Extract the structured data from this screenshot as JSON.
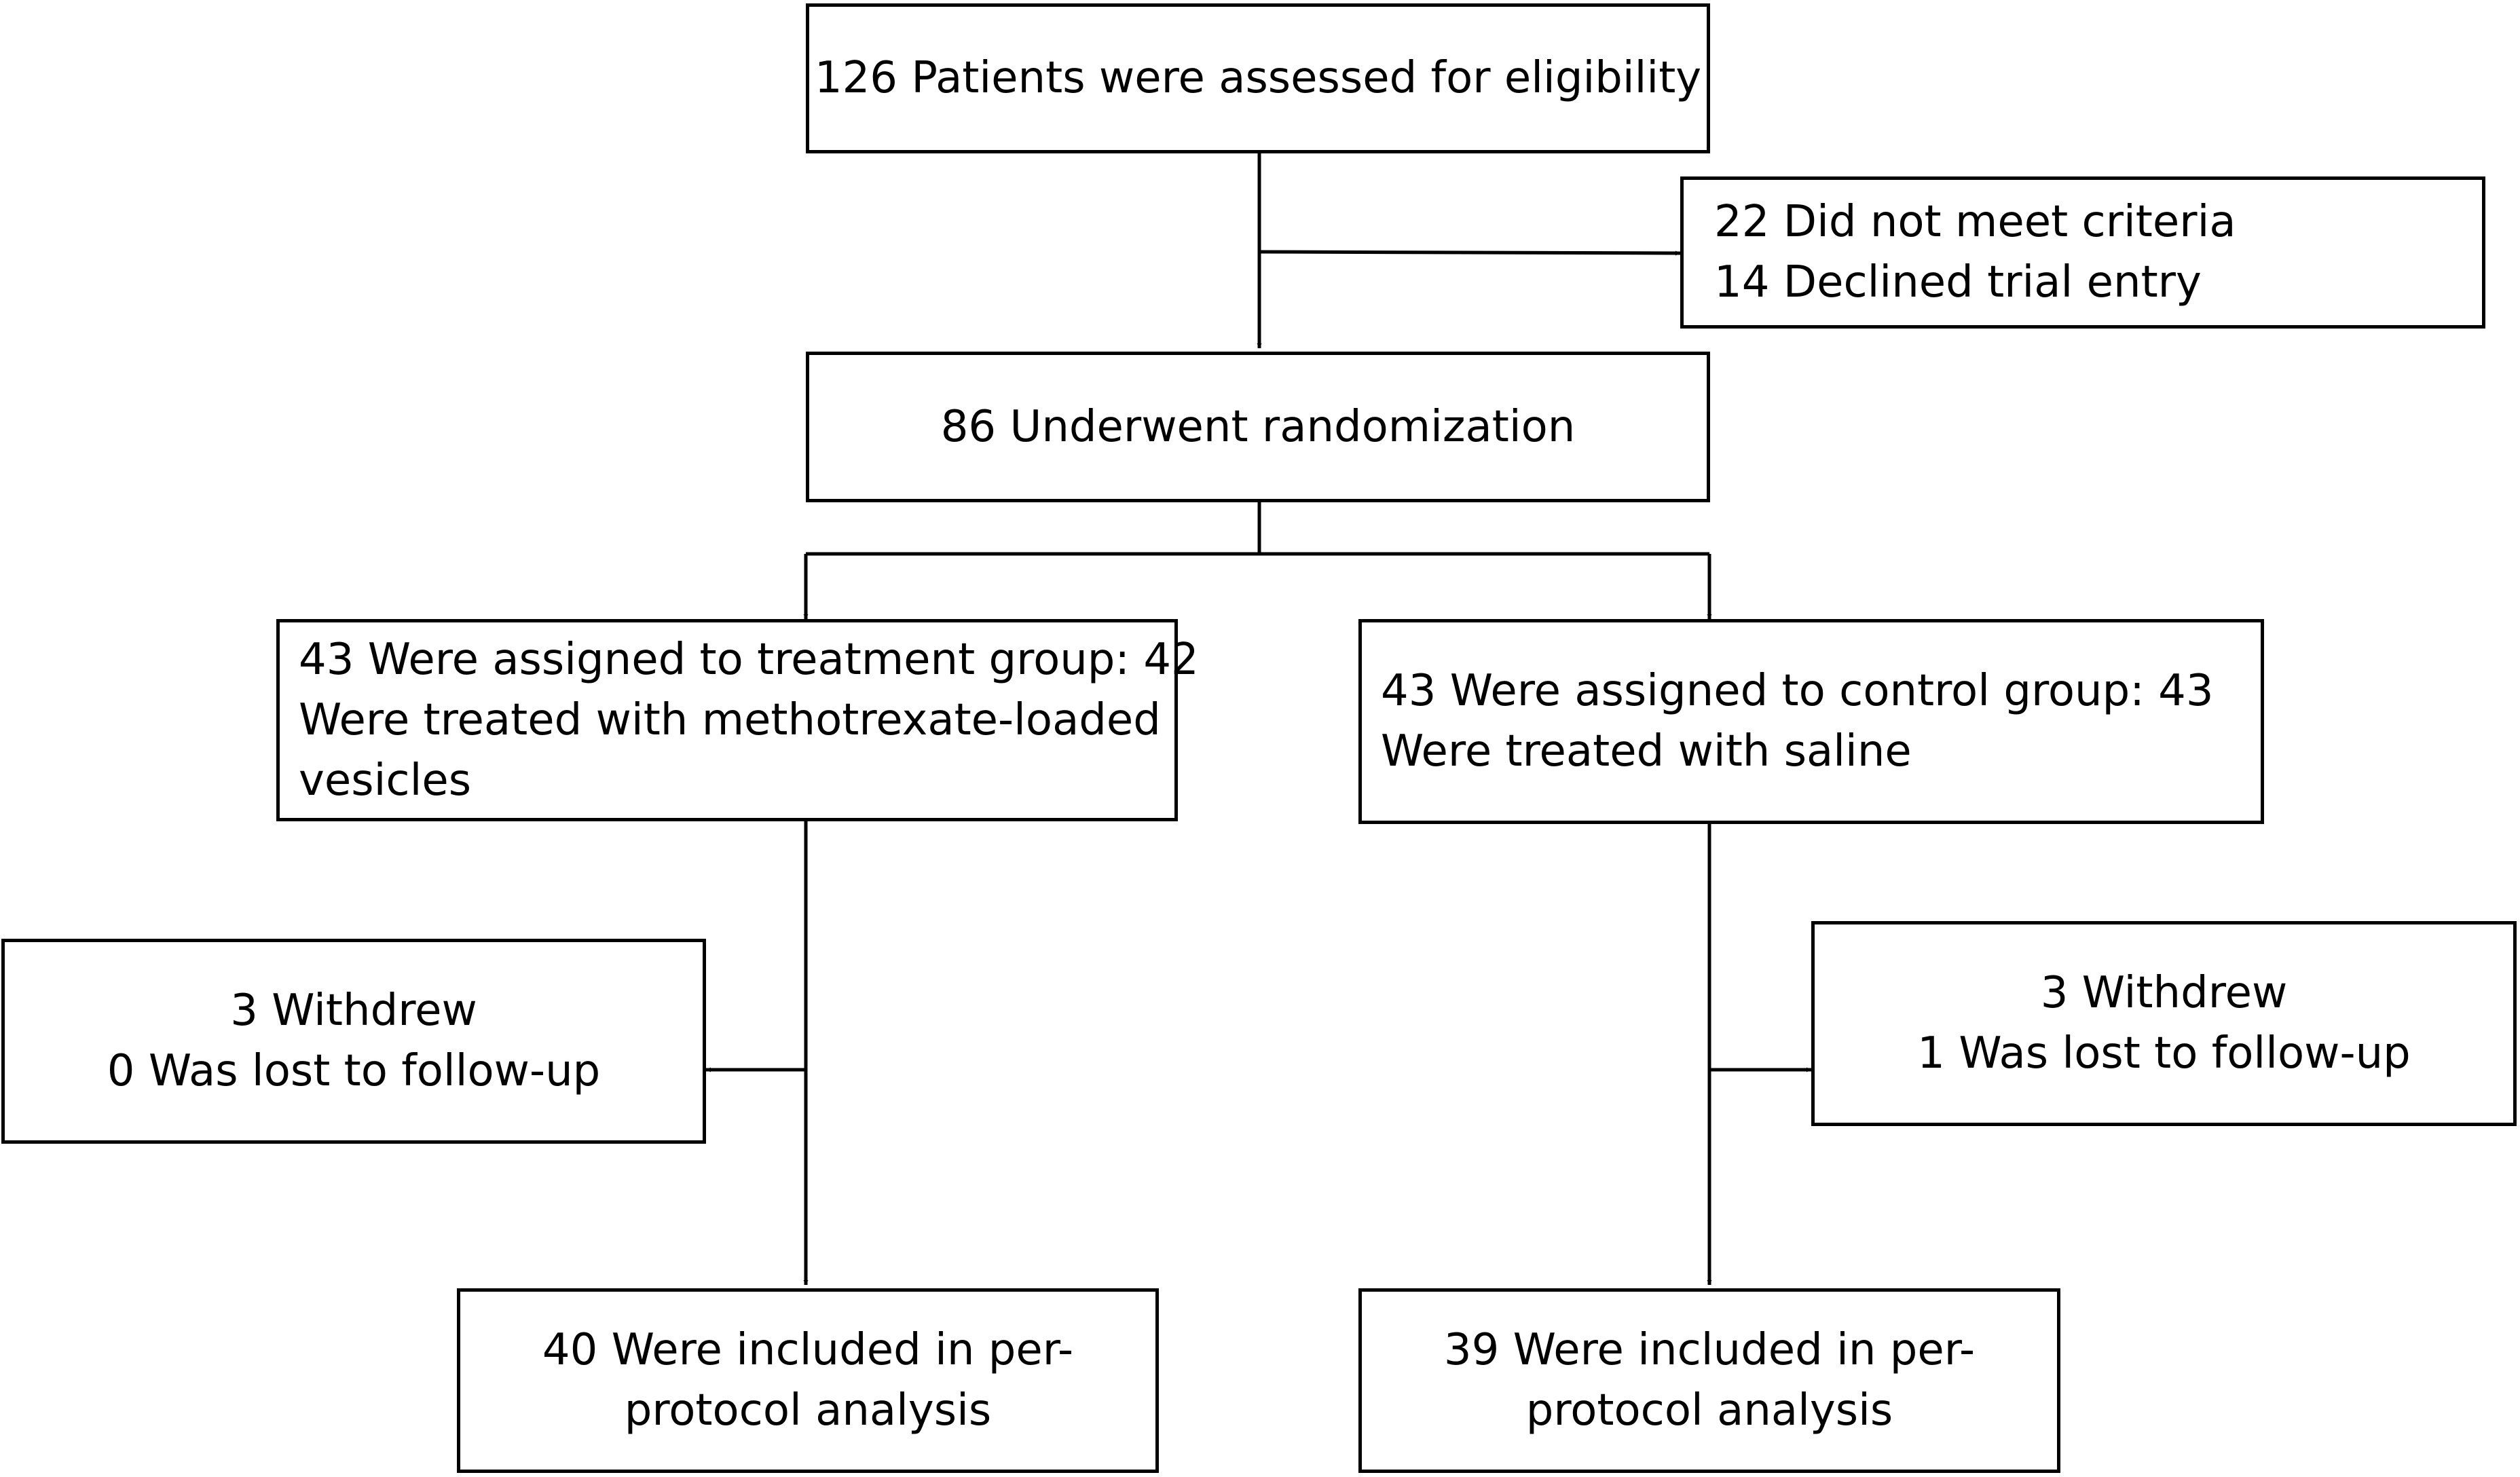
{
  "boxes": {
    "assessed": {
      "lines": [
        "126 Patients were assessed for eligibility"
      ]
    },
    "excluded": {
      "lines": [
        "22 Did not meet criteria",
        "14 Declined trial entry"
      ]
    },
    "randomized": {
      "lines": [
        "86 Underwent randomization"
      ]
    },
    "treatment": {
      "lines": [
        "43 Were assigned to treatment group: 42",
        "Were treated with methotrexate-loaded",
        "vesicles"
      ]
    },
    "control": {
      "lines": [
        "43 Were assigned to control group: 43",
        "Were treated with saline"
      ]
    },
    "treatment_dropout": {
      "lines": [
        "3 Withdrew",
        "0 Was lost to follow-up"
      ]
    },
    "control_dropout": {
      "lines": [
        "3 Withdrew",
        "1 Was lost to follow-up"
      ]
    },
    "treatment_analysis": {
      "lines": [
        "40 Were included in per-",
        "protocol analysis"
      ]
    },
    "control_analysis": {
      "lines": [
        "39 Were included in per-",
        "protocol analysis"
      ]
    }
  },
  "colors": {
    "stroke": "#000000",
    "background": "#ffffff"
  }
}
